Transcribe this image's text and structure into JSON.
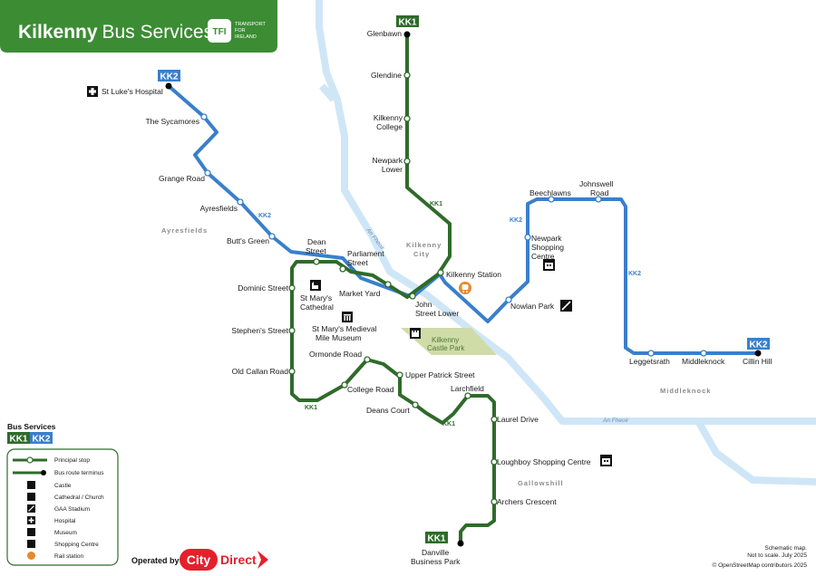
{
  "title": {
    "kilkenny": "Kilkenny",
    "rest": "Bus Services"
  },
  "tfi_logo": {
    "mark": "TFI",
    "line1": "TRANSPORT",
    "line2": "FOR",
    "line3": "IRELAND"
  },
  "colors": {
    "kk1": "#2f6b2a",
    "kk2": "#3a7fcc",
    "river": "#cfe6f7",
    "park": "#cfdca8",
    "header": "#3c8c34",
    "rail": "#e5892c",
    "citydirect": "#e4202c"
  },
  "routes": {
    "kk1": "KK1",
    "kk2": "KK2"
  },
  "areas": {
    "ayresfields": "Ayresfields",
    "kilkenny_city_1": "Kilkenny",
    "kilkenny_city_2": "City",
    "middleknock": "Middleknock",
    "gallowshill": "Gallowshill"
  },
  "river": {
    "label1": "An Fheoir",
    "label2": "An Fheoir"
  },
  "park": {
    "line1": "Kilkenny",
    "line2": "Castle Park"
  },
  "stops": {
    "glenbawn": "Glenbawn",
    "glendine": "Glendine",
    "kilkenny_college_1": "Kilkenny",
    "kilkenny_college_2": "College",
    "newpark_lower_1": "Newpark",
    "newpark_lower_2": "Lower",
    "kilkenny_station": "Kilkenny Station",
    "john_street_1": "John",
    "john_street_2": "Street Lower",
    "market_yard": "Market Yard",
    "parliament_1": "Parliament",
    "parliament_2": "Street",
    "dean_1": "Dean",
    "dean_2": "Street",
    "dominic": "Dominic Street",
    "stephens": "Stephen's Street",
    "old_callan": "Old Callan Road",
    "college_road": "College Road",
    "ormonde": "Ormonde Road",
    "upper_patrick": "Upper Patrick Street",
    "deans_court": "Deans Court",
    "larchfield": "Larchfield",
    "laurel": "Laurel Drive",
    "loughboy": "Loughboy Shopping Centre",
    "archers": "Archers Crescent",
    "danville_1": "Danville",
    "danville_2": "Business Park",
    "st_lukes": "St Luke's Hospital",
    "sycamores": "The Sycamores",
    "grange": "Grange Road",
    "ayresfields": "Ayresfields",
    "butts_green": "Butt's Green",
    "nowlan": "Nowlan Park",
    "newpark_sc_1": "Newpark",
    "newpark_sc_2": "Shopping",
    "newpark_sc_3": "Centre",
    "beechlawns": "Beechlawns",
    "johnswell_1": "Johnswell",
    "johnswell_2": "Road",
    "leggetsrath": "Leggetsrath",
    "middleknock": "Middleknock",
    "cillin_hill": "Cillin Hill"
  },
  "landmarks": {
    "st_marys_cathedral_1": "St Mary's",
    "st_marys_cathedral_2": "Cathedral",
    "medieval_1": "St Mary's Medieval",
    "medieval_2": "Mile Museum"
  },
  "legend": {
    "heading": "Bus Services",
    "principal_stop": "Principal stop",
    "terminus": "Bus route terminus",
    "castle": "Castle",
    "cathedral": "Cathedral / Church",
    "gaa": "GAA Stadium",
    "hospital": "Hospital",
    "museum": "Museum",
    "shopping": "Shopping Centre",
    "rail": "Rail station"
  },
  "operator": {
    "label": "Operated by",
    "brand_city": "City",
    "brand_direct": "Direct"
  },
  "notes": {
    "line1": "Schematic map.",
    "line2": "Not to scale. July 2025",
    "line3": "© OpenStreetMap contributors 2025"
  }
}
